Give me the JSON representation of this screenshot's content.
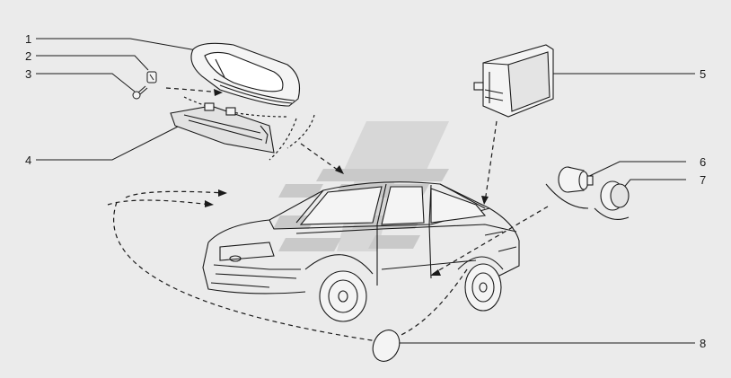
{
  "diagram": {
    "callouts": [
      "1",
      "2",
      "3",
      "4",
      "5",
      "6",
      "7",
      "8"
    ],
    "colors": {
      "background": "#ebebeb",
      "line": "#1a1a1a",
      "watermark": "#c9c9c9"
    },
    "parts": [
      "ceiling-lamp-housing",
      "lamp-clip",
      "screw",
      "lamp-lens",
      "trunk-lamp",
      "door-lamp-socket",
      "door-lamp-cap",
      "side-repeater-lens"
    ]
  }
}
